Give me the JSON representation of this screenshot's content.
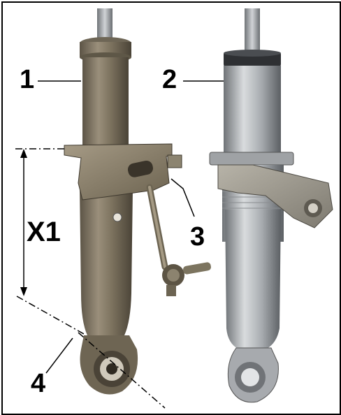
{
  "labels": {
    "part1": "1",
    "part2": "2",
    "part3": "3",
    "part4": "4",
    "dimension": "X1"
  },
  "colors": {
    "border": "#000000",
    "worn_body": "#8a7f6c",
    "new_body": "#b9bcbf",
    "rod": "#9ea3a8"
  },
  "icons": {
    "left_strut": "used-shock-absorber-illustration",
    "right_strut": "new-shock-absorber-illustration",
    "drop_link": "stabilizer-link-illustration"
  }
}
